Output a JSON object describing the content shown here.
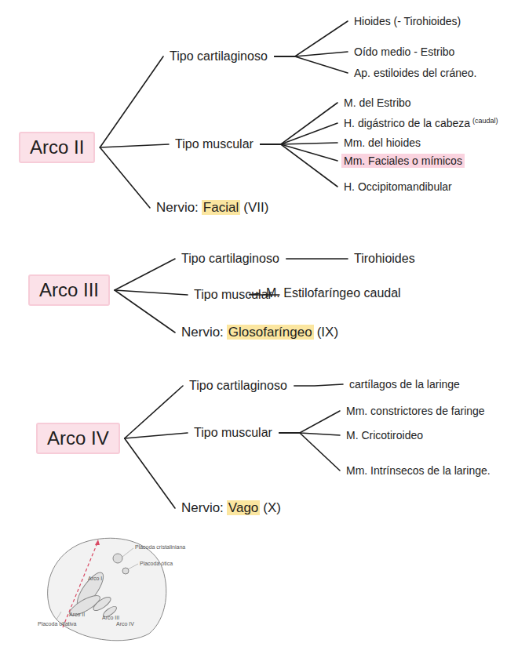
{
  "diagram": {
    "nodes": [
      {
        "text": [
          "Arco II"
        ]
      },
      {
        "text": [
          "Tipo cartilaginoso"
        ]
      },
      {
        "text": [
          "Hioides (- Tirohioides)"
        ]
      },
      {
        "text": [
          "Oído medio - Estribo"
        ]
      },
      {
        "text": [
          "Ap. estiloides del cráneo."
        ]
      },
      {
        "text": [
          "Tipo muscular"
        ]
      },
      {
        "text": [
          "M. del Estribo"
        ]
      },
      {
        "text": [
          "H. digástrico de la cabeza",
          "(caudal)"
        ]
      },
      {
        "text": [
          "Mm. del hioides"
        ]
      },
      {
        "text": [
          "Mm. Faciales o mímicos"
        ]
      },
      {
        "text": [
          "H. Occipitomandibular"
        ]
      },
      {
        "text": [
          "Nervio:",
          "Facial",
          "(VII)"
        ]
      },
      {
        "text": [
          "Arco III"
        ]
      },
      {
        "text": [
          "Tipo cartilaginoso"
        ]
      },
      {
        "text": [
          "Tirohioides"
        ]
      },
      {
        "text": [
          "Tipo muscular"
        ]
      },
      {
        "text": [
          "M. Estilofaríngeo caudal"
        ]
      },
      {
        "text": [
          "Nervio:",
          "Glosofaríngeo",
          "(IX)"
        ]
      },
      {
        "text": [
          "Arco IV"
        ]
      },
      {
        "text": [
          "Tipo cartilaginoso"
        ]
      },
      {
        "text": [
          "cartílagos de la laringe"
        ]
      },
      {
        "text": [
          "Tipo muscular"
        ]
      },
      {
        "text": [
          "Mm. constrictores de faringe"
        ]
      },
      {
        "text": [
          "M. Cricotiroideo"
        ]
      },
      {
        "text": [
          "Mm. Intrínsecos de la laringe."
        ]
      },
      {
        "text": [
          "Nervio:",
          "Vago",
          "(X)"
        ]
      }
    ],
    "edges": [
      {
        "from": 0,
        "to": 1,
        "arrow": "none"
      },
      {
        "from": 0,
        "to": 5,
        "arrow": "none"
      },
      {
        "from": 0,
        "to": 11,
        "arrow": "none"
      },
      {
        "from": 1,
        "to": 2,
        "arrow": "none"
      },
      {
        "from": 1,
        "to": 3,
        "arrow": "none"
      },
      {
        "from": 1,
        "to": 4,
        "arrow": "none"
      },
      {
        "from": 5,
        "to": 6,
        "arrow": "none"
      },
      {
        "from": 5,
        "to": 7,
        "arrow": "none"
      },
      {
        "from": 5,
        "to": 8,
        "arrow": "none"
      },
      {
        "from": 5,
        "to": 9,
        "arrow": "none"
      },
      {
        "from": 5,
        "to": 10,
        "arrow": "none"
      },
      {
        "from": 12,
        "to": 13,
        "arrow": "none"
      },
      {
        "from": 12,
        "to": 15,
        "arrow": "none"
      },
      {
        "from": 12,
        "to": 17,
        "arrow": "none"
      },
      {
        "from": 13,
        "to": 14,
        "arrow": "none"
      },
      {
        "from": 15,
        "to": 16,
        "arrow": "none"
      },
      {
        "from": 18,
        "to": 19,
        "arrow": "none"
      },
      {
        "from": 18,
        "to": 21,
        "arrow": "none"
      },
      {
        "from": 18,
        "to": 25,
        "arrow": "none"
      },
      {
        "from": 19,
        "to": 20,
        "arrow": "none"
      },
      {
        "from": 21,
        "to": 22,
        "arrow": "none"
      },
      {
        "from": 21,
        "to": 23,
        "arrow": "none"
      },
      {
        "from": 21,
        "to": 24,
        "arrow": "none"
      }
    ],
    "labels": [
      "Placoda cristaliniana",
      "Placoda ótica",
      "Arco I",
      "Arco II",
      "Arco III",
      "Arco IV",
      "Placoda olfativa"
    ]
  }
}
